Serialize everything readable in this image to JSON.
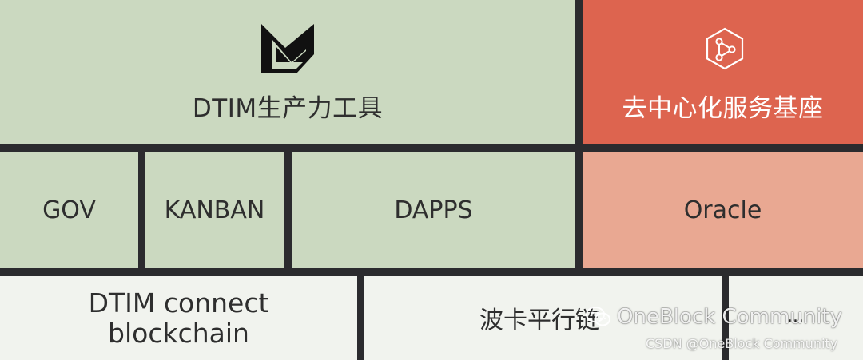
{
  "top": {
    "dtim_tools": "DTIM生产力工具",
    "decentralized_base": "去中心化服务基座"
  },
  "middle": {
    "gov": "GOV",
    "kanban": "KANBAN",
    "dapps": "DAPPS",
    "oracle": "Oracle"
  },
  "bottom": {
    "connect_line1": "DTIM connect",
    "connect_line2": "blockchain",
    "polkadot": "波卡平行链",
    "last": "..."
  },
  "watermark": {
    "main": "OneBlock Community",
    "sub": "CSDN @OneBlock Community"
  },
  "colors": {
    "green": "#cbd9c0",
    "red": "#dd644f",
    "salmon": "#e9a892",
    "light": "#f1f3ee",
    "divider": "#2b2b2e"
  },
  "icons": {
    "logo": "dtim-logo-icon",
    "hex": "hexagon-network-icon",
    "wechat": "wechat-icon"
  }
}
